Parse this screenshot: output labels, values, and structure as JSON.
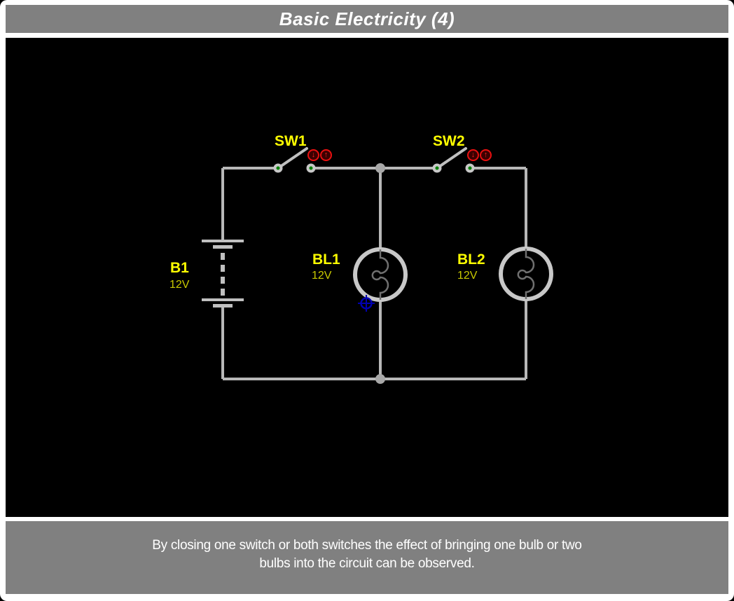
{
  "title_bar": {
    "title": "Basic Electricity (4)"
  },
  "canvas": {
    "components": {
      "battery": {
        "label": "B1",
        "value": "12V"
      },
      "sw1": {
        "label": "SW1"
      },
      "sw2": {
        "label": "SW2"
      },
      "bulb1": {
        "label": "BL1",
        "value": "12V"
      },
      "bulb2": {
        "label": "BL2",
        "value": "12V"
      }
    },
    "switch_buttons": {
      "down_glyph": "↓",
      "up_glyph": "↑"
    }
  },
  "caption_bar": {
    "line1": "By closing one switch or both switches the effect of bringing one bulb or two",
    "line2": "bulbs into the circuit can be observed."
  },
  "colors": {
    "bar_background": "#808080",
    "canvas_background": "#000000",
    "wire_gray": "#b8b8b8",
    "bulb_outline_gray": "#c8c8c8",
    "filament_gray": "#707070",
    "component_label_yellow": "#ffff00",
    "value_label_yellow": "#c9c900",
    "switch_button_red": "#e81010",
    "terminal_green": "#008000",
    "crosshair_blue": "#0000b0",
    "text_white": "#ffffff"
  }
}
